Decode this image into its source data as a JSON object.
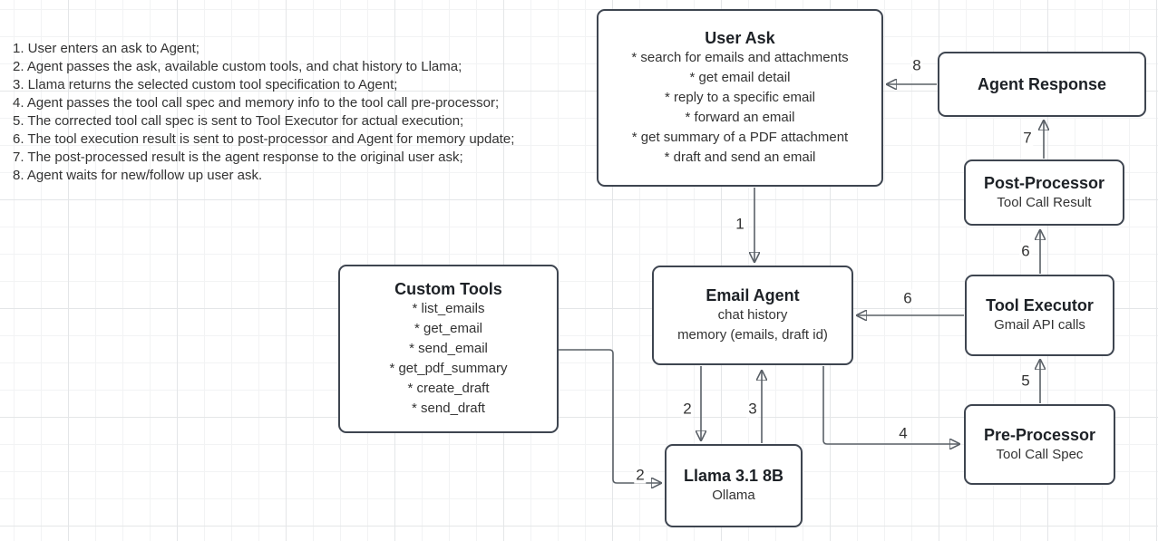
{
  "notes": {
    "items": [
      "1. User enters an ask to Agent;",
      "2. Agent passes the ask, available custom tools, and chat history to Llama;",
      "3. Llama returns the selected custom tool specification to Agent;",
      "4. Agent passes the tool call spec and memory info to the tool call pre-processor;",
      "5. The corrected tool call spec is sent to Tool Executor for actual execution;",
      "6. The tool execution result is sent to post-processor and Agent for memory update;",
      "7. The post-processed result is the agent response to the original user ask;",
      "8. Agent waits for new/follow up user ask."
    ]
  },
  "nodes": {
    "user_ask": {
      "title": "User Ask",
      "items": [
        "* search for emails and attachments",
        "* get email detail",
        "* reply to a specific email",
        "* forward an email",
        "* get summary of a PDF attachment",
        "* draft and send an email"
      ]
    },
    "agent_response": {
      "title": "Agent Response"
    },
    "post_processor": {
      "title": "Post-Processor",
      "subtitle": "Tool Call Result"
    },
    "tool_executor": {
      "title": "Tool Executor",
      "subtitle": "Gmail API calls"
    },
    "pre_processor": {
      "title": "Pre-Processor",
      "subtitle": "Tool Call Spec"
    },
    "email_agent": {
      "title": "Email Agent",
      "lines": [
        "chat history",
        "memory (emails, draft id)"
      ]
    },
    "custom_tools": {
      "title": "Custom Tools",
      "items": [
        "* list_emails",
        "* get_email",
        "* send_email",
        "* get_pdf_summary",
        "* create_draft",
        "* send_draft"
      ]
    },
    "llama": {
      "title": "Llama 3.1 8B",
      "subtitle": "Ollama"
    }
  },
  "edges": {
    "e1": {
      "label": "1",
      "from": "user-ask",
      "to": "email-agent"
    },
    "e2a": {
      "label": "2",
      "from": "email-agent",
      "to": "llama"
    },
    "e2b": {
      "label": "2",
      "from": "custom-tools",
      "to": "llama"
    },
    "e3": {
      "label": "3",
      "from": "llama",
      "to": "email-agent"
    },
    "e4": {
      "label": "4",
      "from": "email-agent",
      "to": "pre-processor"
    },
    "e5": {
      "label": "5",
      "from": "pre-processor",
      "to": "tool-executor"
    },
    "e6a": {
      "label": "6",
      "from": "tool-executor",
      "to": "email-agent"
    },
    "e6b": {
      "label": "6",
      "from": "tool-executor",
      "to": "post-processor"
    },
    "e7": {
      "label": "7",
      "from": "post-processor",
      "to": "agent-response"
    },
    "e8": {
      "label": "8",
      "from": "agent-response",
      "to": "user-ask"
    }
  },
  "colors": {
    "background": "#ffffff",
    "grid_minor": "#f2f3f4",
    "grid_major": "#e4e6e8",
    "node_border": "#3e4550",
    "node_fill": "#ffffff",
    "edge_stroke": "#5a6067",
    "text": "#333333"
  }
}
